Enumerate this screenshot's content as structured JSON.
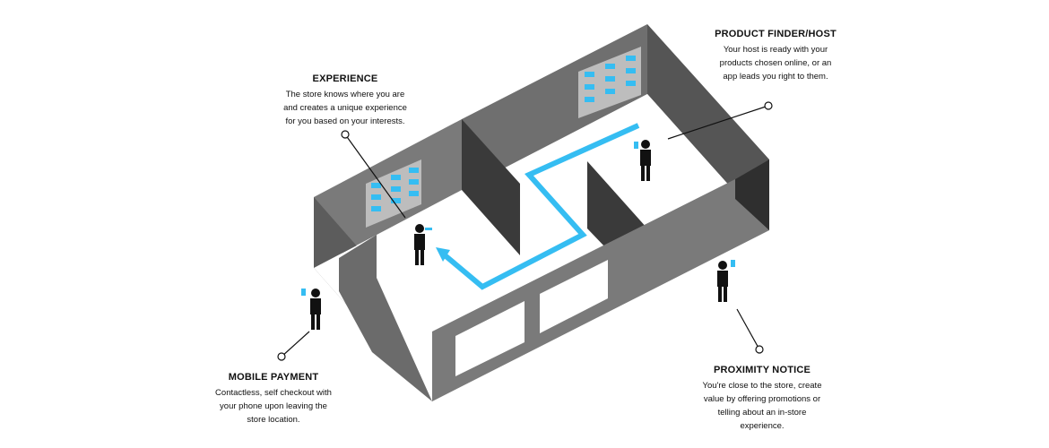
{
  "callouts": {
    "experience": {
      "title": "EXPERIENCE",
      "lines": [
        "The store knows where you are",
        "and creates a unique experience",
        "for you based on your interests."
      ]
    },
    "product_finder": {
      "title": "PRODUCT FINDER/HOST",
      "lines": [
        "Your host is ready with your",
        "products chosen online, or an",
        "app leads you right to them."
      ]
    },
    "mobile_payment": {
      "title": "MOBILE PAYMENT",
      "lines": [
        "Contactless, self checkout with",
        "your phone upon leaving the",
        "store location."
      ]
    },
    "proximity_notice": {
      "title": "PROXIMITY NOTICE",
      "lines": [
        "You're close to the store, create",
        "value by offering promotions or",
        "telling about an in-store",
        "experience."
      ]
    }
  },
  "colors": {
    "wall_light": "#7a7a7a",
    "wall_dark": "#3a3a3a",
    "floor": "#ffffff",
    "path": "#35bdf2",
    "figure": "#111111",
    "phone": "#35bdf2"
  }
}
